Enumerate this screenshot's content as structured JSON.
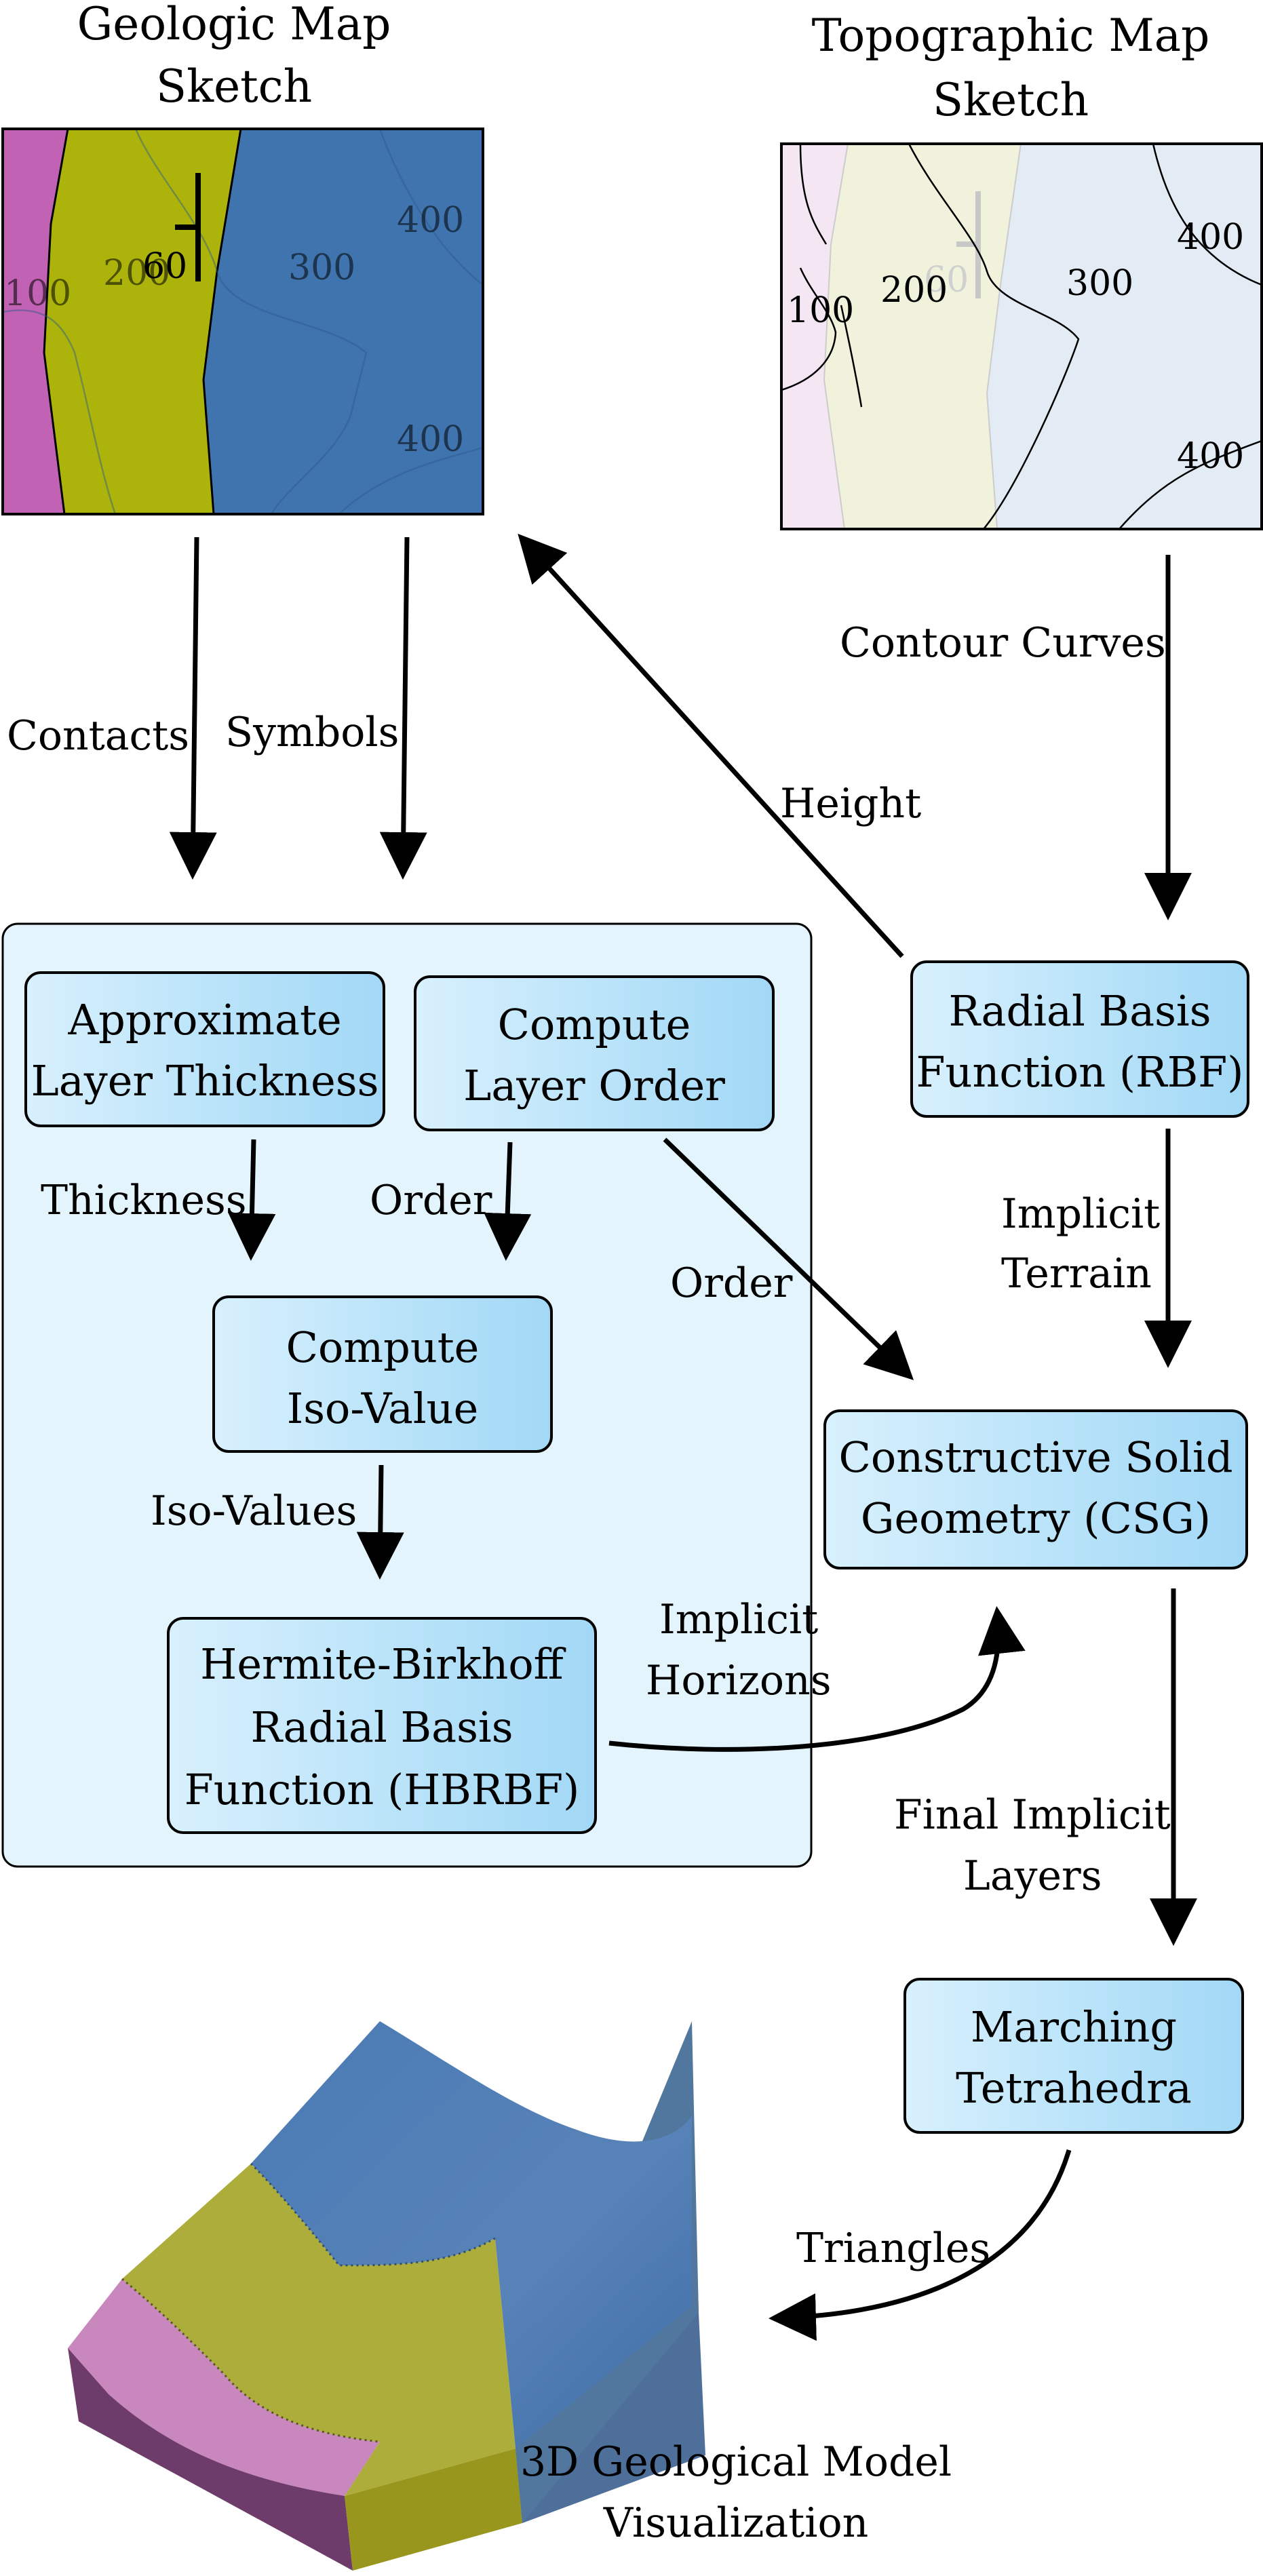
{
  "colors": {
    "purple_layer": "#c262b4",
    "yellow_layer": "#acb30a",
    "blue_layer": "#3f74ae",
    "box_fill_light": "#d6effc",
    "box_fill_dark": "#a9dcf7",
    "panel_fill": "#e4f4fd",
    "stroke": "#000000"
  },
  "geologic_map": {
    "title_line1": "Geologic Map",
    "title_line2": "Sketch",
    "contour_100": "100",
    "contour_200": "200",
    "contour_300": "300",
    "contour_400_top": "400",
    "contour_400_bottom": "400",
    "dip_value": "60"
  },
  "topographic_map": {
    "title_line1": "Topographic Map",
    "title_line2": "Sketch",
    "contour_100": "100",
    "contour_200": "200",
    "contour_300": "300",
    "contour_400_top": "400",
    "contour_400_bottom": "400",
    "faint_dip_value": "60"
  },
  "edges": {
    "contacts": "Contacts",
    "symbols": "Symbols",
    "contour_curves": "Contour Curves",
    "height": "Height",
    "thickness": "Thickness",
    "order_left": "Order",
    "order_right": "Order",
    "implicit_terrain_line1": "Implicit",
    "implicit_terrain_line2": "Terrain",
    "iso_values": "Iso-Values",
    "implicit_horizons_line1": "Implicit",
    "implicit_horizons_line2": "Horizons",
    "final_layers_line1": "Final Implicit",
    "final_layers_line2": "Layers",
    "triangles": "Triangles"
  },
  "nodes": {
    "approx_thickness": {
      "line1": "Approximate",
      "line2": "Layer Thickness"
    },
    "layer_order": {
      "line1": "Compute",
      "line2": "Layer Order"
    },
    "iso_value": {
      "line1": "Compute",
      "line2": "Iso-Value"
    },
    "hbrbf": {
      "line1": "Hermite-Birkhoff",
      "line2": "Radial Basis",
      "line3": "Function (HBRBF)"
    },
    "rbf": {
      "line1": "Radial Basis",
      "line2": "Function (RBF)"
    },
    "csg": {
      "line1": "Constructive Solid",
      "line2": "Geometry (CSG)"
    },
    "marching": {
      "line1": "Marching",
      "line2": "Tetrahedra"
    }
  },
  "model_caption": {
    "line1": "3D Geological Model",
    "line2": "Visualization"
  }
}
